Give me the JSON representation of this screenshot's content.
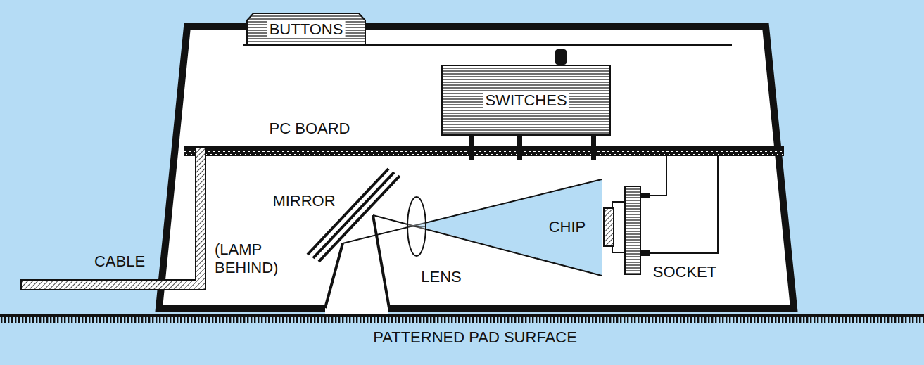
{
  "diagram": {
    "nodes": [
      {
        "text": [
          "BUTTONS"
        ]
      },
      {
        "text": [
          "SWITCHES"
        ]
      }
    ],
    "labels": [
      "PC BOARD",
      "MIRROR",
      "(LAMP BEHIND)",
      "CHIP",
      "LENS",
      "SOCKET",
      "CABLE",
      "PATTERNED PAD SURFACE"
    ]
  }
}
